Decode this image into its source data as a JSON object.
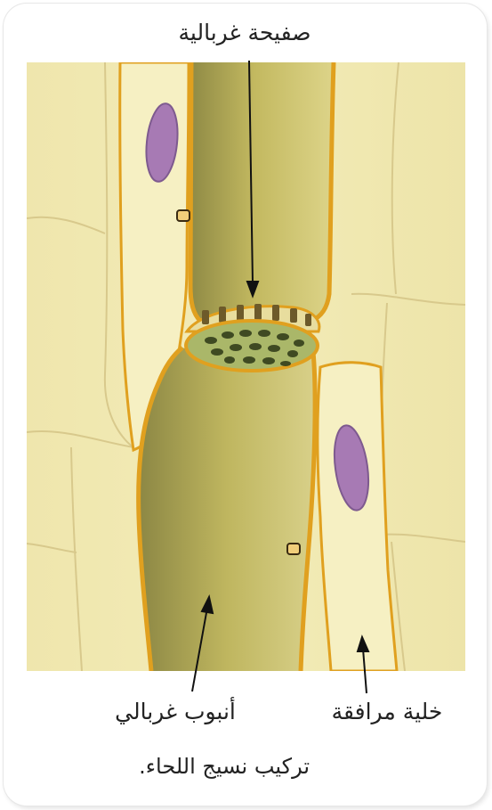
{
  "labels": {
    "sieve_plate": "صفيحة غربالية",
    "sieve_tube": "أنبوب غربالي",
    "companion_cell": "خلية مرافقة"
  },
  "caption": "تركيب نسيج اللحاء.",
  "colors": {
    "tissue_background": "#f1eab0",
    "cell_wall": "#e0a01f",
    "sieve_tube_lumen": "#bcb25a",
    "nucleus": "#a77ab4",
    "sieve_plate_face": "#aab769"
  }
}
